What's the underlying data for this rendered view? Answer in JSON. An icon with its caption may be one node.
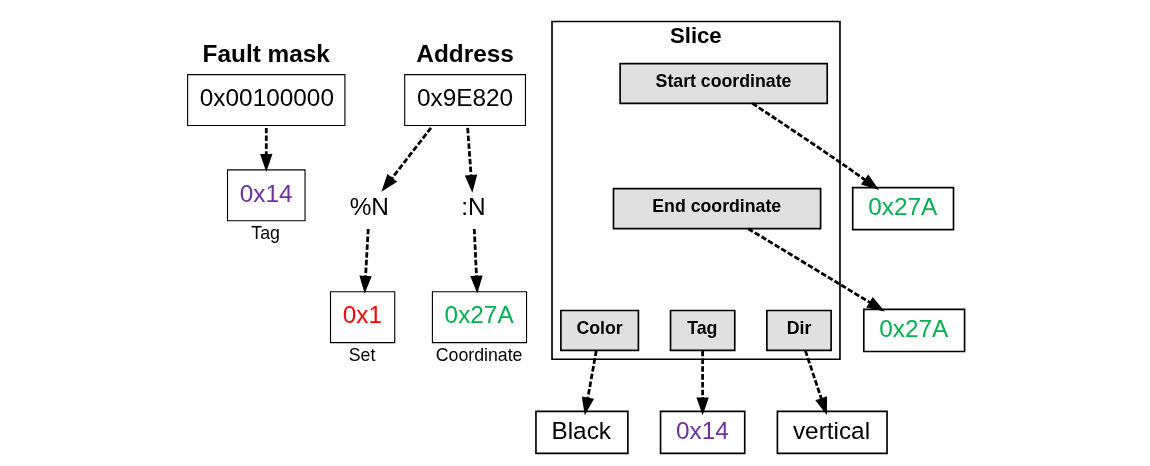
{
  "diagram": {
    "nodes": [
      {
        "text": [
          "Fault mask",
          "0x00100000"
        ]
      },
      {
        "text": [
          "Address",
          "0x9E820"
        ]
      },
      {
        "text": [
          "%N"
        ]
      },
      {
        "text": [
          ":N"
        ]
      },
      {
        "text": [
          "0x14"
        ],
        "beside": [
          "Tag"
        ]
      },
      {
        "text": [
          "0x1"
        ],
        "beside": [
          "Set"
        ]
      },
      {
        "text": [
          "0x27A"
        ],
        "beside": [
          "Coordinate"
        ]
      },
      {
        "text": [
          "Slice"
        ]
      },
      {
        "text": [
          "Start coordinate"
        ],
        "in": 7
      },
      {
        "text": [
          "End coordinate"
        ],
        "in": 7
      },
      {
        "text": [
          "Color"
        ],
        "in": 7
      },
      {
        "text": [
          "Tag"
        ],
        "in": 7
      },
      {
        "text": [
          "Dir"
        ],
        "in": 7
      },
      {
        "text": [
          "0x27A"
        ]
      },
      {
        "text": [
          "0x27A"
        ]
      },
      {
        "text": [
          "Black"
        ]
      },
      {
        "text": [
          "0x14"
        ]
      },
      {
        "text": [
          "vertical"
        ]
      }
    ],
    "edges": [
      {
        "from": 0,
        "to": 4,
        "arrow": "to",
        "style": "dashed"
      },
      {
        "from": 1,
        "to": 2,
        "arrow": "to",
        "style": "dashed"
      },
      {
        "from": 1,
        "to": 3,
        "arrow": "to",
        "style": "dashed"
      },
      {
        "from": 2,
        "to": 5,
        "arrow": "to",
        "style": "dashed"
      },
      {
        "from": 3,
        "to": 6,
        "arrow": "to",
        "style": "dashed"
      },
      {
        "from": 8,
        "to": 13,
        "arrow": "to",
        "style": "dashed"
      },
      {
        "from": 9,
        "to": 14,
        "arrow": "to",
        "style": "dashed"
      },
      {
        "from": 10,
        "to": 15,
        "arrow": "to",
        "style": "dashed"
      },
      {
        "from": 11,
        "to": 16,
        "arrow": "to",
        "style": "dashed"
      },
      {
        "from": 12,
        "to": 17,
        "arrow": "to",
        "style": "dashed"
      }
    ]
  }
}
